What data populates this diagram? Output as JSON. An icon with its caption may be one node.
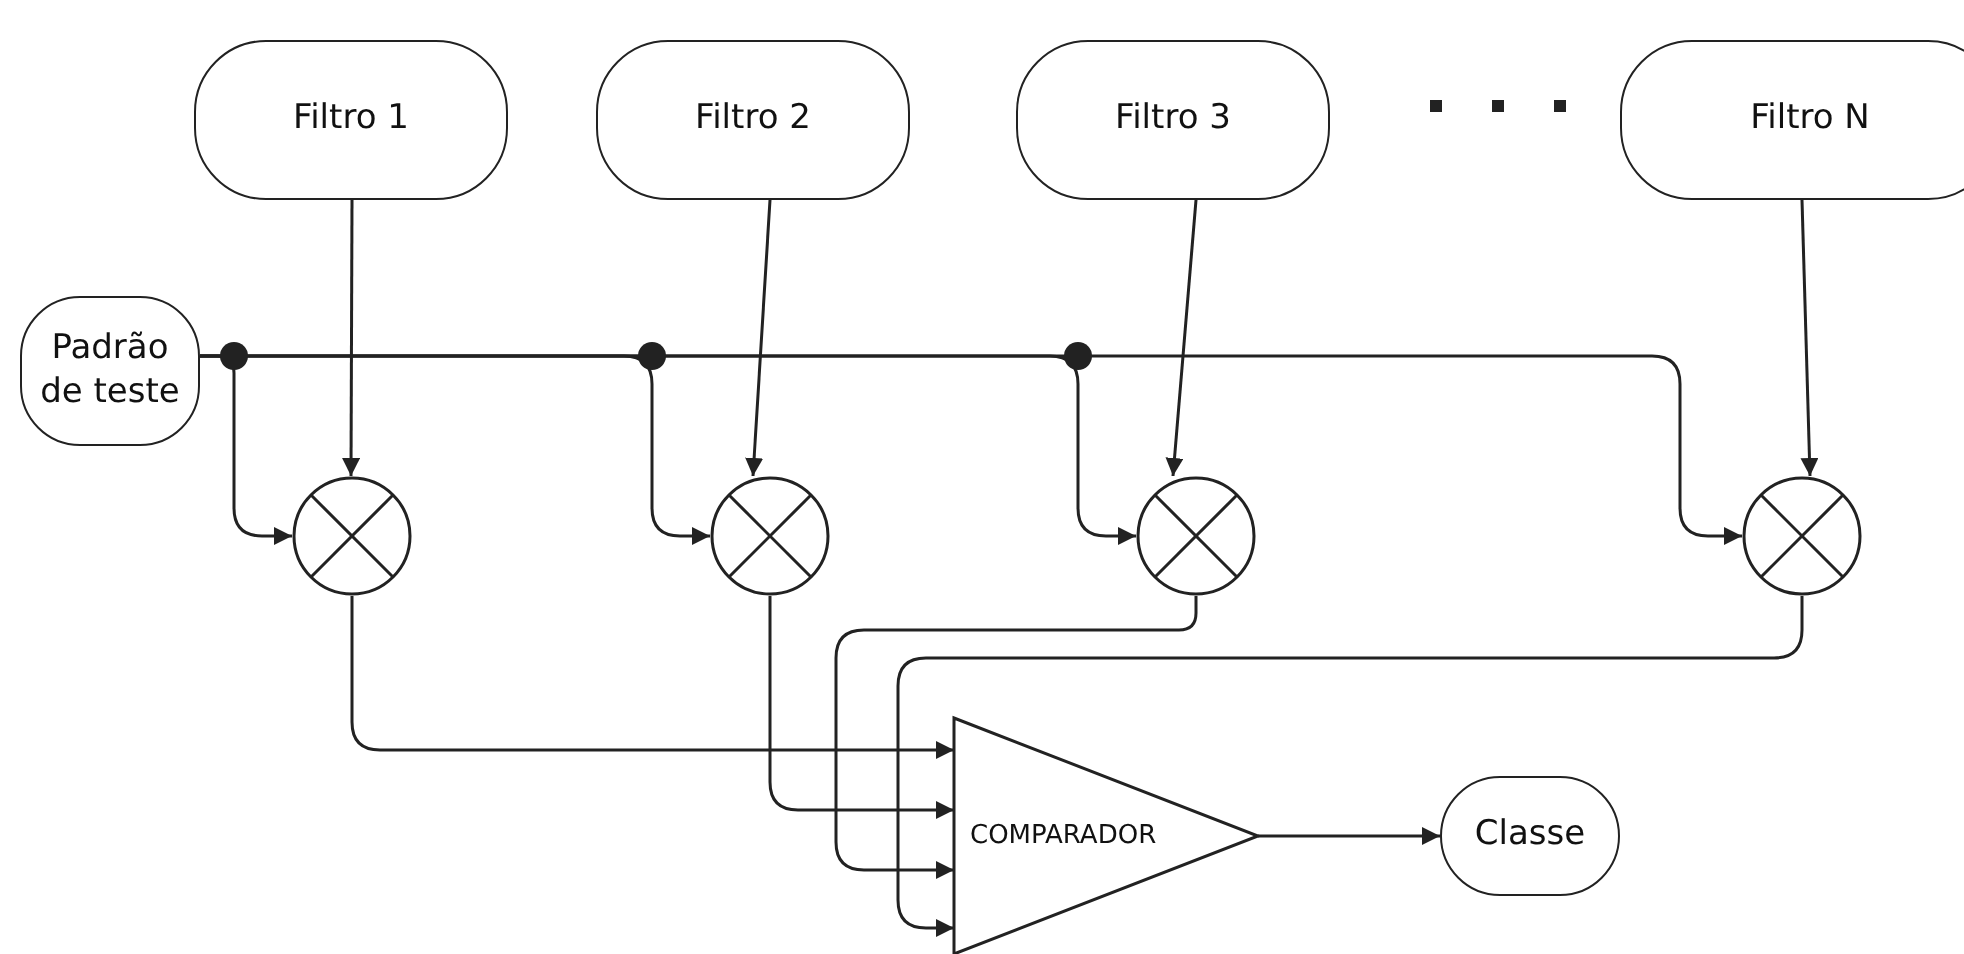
{
  "diagram": {
    "nodes": [
      {
        "text": [
          "Filtro 1"
        ]
      },
      {
        "text": [
          "Filtro 2"
        ]
      },
      {
        "text": [
          "Filtro 3"
        ]
      },
      {
        "text": [
          "Filtro N"
        ]
      },
      {
        "text": [
          "Padrão de teste"
        ]
      },
      {
        "text": [],
        "shape": "circle"
      },
      {
        "text": [],
        "shape": "circle"
      },
      {
        "text": [],
        "shape": "circle"
      },
      {
        "text": [],
        "shape": "circle"
      },
      {
        "text": [
          "COMPARADOR"
        ]
      },
      {
        "text": [
          "Classe"
        ]
      }
    ],
    "edges": [
      {
        "from": 0,
        "to": 5,
        "arrow": "to"
      },
      {
        "from": 1,
        "to": 6,
        "arrow": "to"
      },
      {
        "from": 2,
        "to": 7,
        "arrow": "to"
      },
      {
        "from": 3,
        "to": 8,
        "arrow": "to"
      },
      {
        "from": 4,
        "to": 5,
        "arrow": "to"
      },
      {
        "from": 4,
        "to": 6,
        "arrow": "to"
      },
      {
        "from": 4,
        "to": 7,
        "arrow": "to"
      },
      {
        "from": 4,
        "to": 8,
        "arrow": "to"
      },
      {
        "from": 5,
        "to": 9,
        "arrow": "to"
      },
      {
        "from": 6,
        "to": 9,
        "arrow": "to"
      },
      {
        "from": 7,
        "to": 9,
        "arrow": "to"
      },
      {
        "from": 8,
        "to": 9,
        "arrow": "to"
      },
      {
        "from": 9,
        "to": 10,
        "arrow": "to"
      }
    ]
  }
}
